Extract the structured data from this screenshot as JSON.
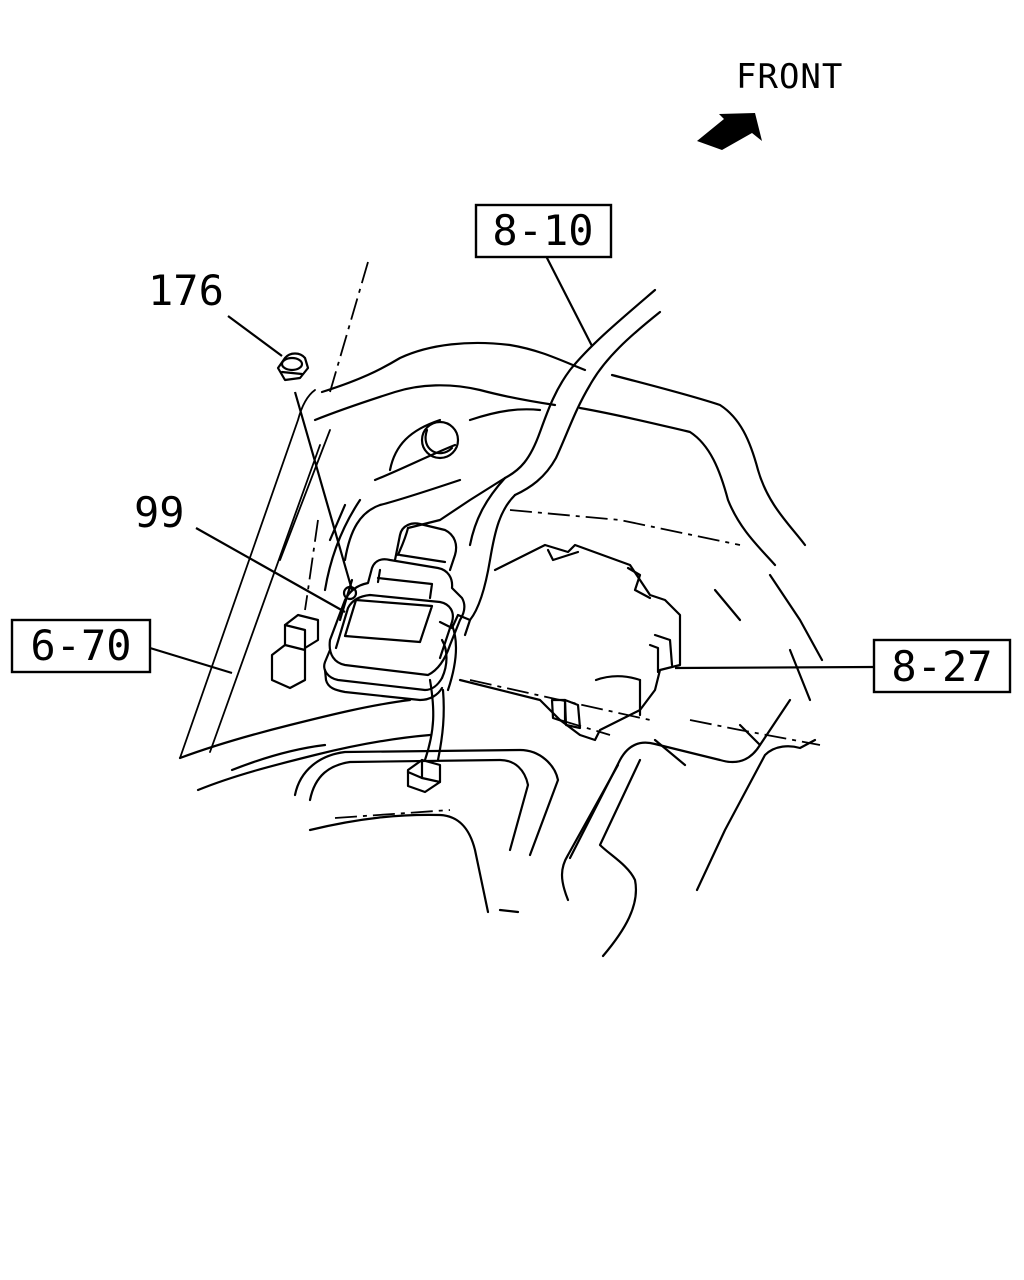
{
  "orientation": {
    "label": "FRONT",
    "icon": "front-arrow-icon"
  },
  "callouts": {
    "ref_8_10": "8-10",
    "ref_6_70": "6-70",
    "ref_8_27": "8-27",
    "part_176": "176",
    "part_99": "99"
  },
  "colors": {
    "line": "#000000",
    "background": "#ffffff"
  }
}
